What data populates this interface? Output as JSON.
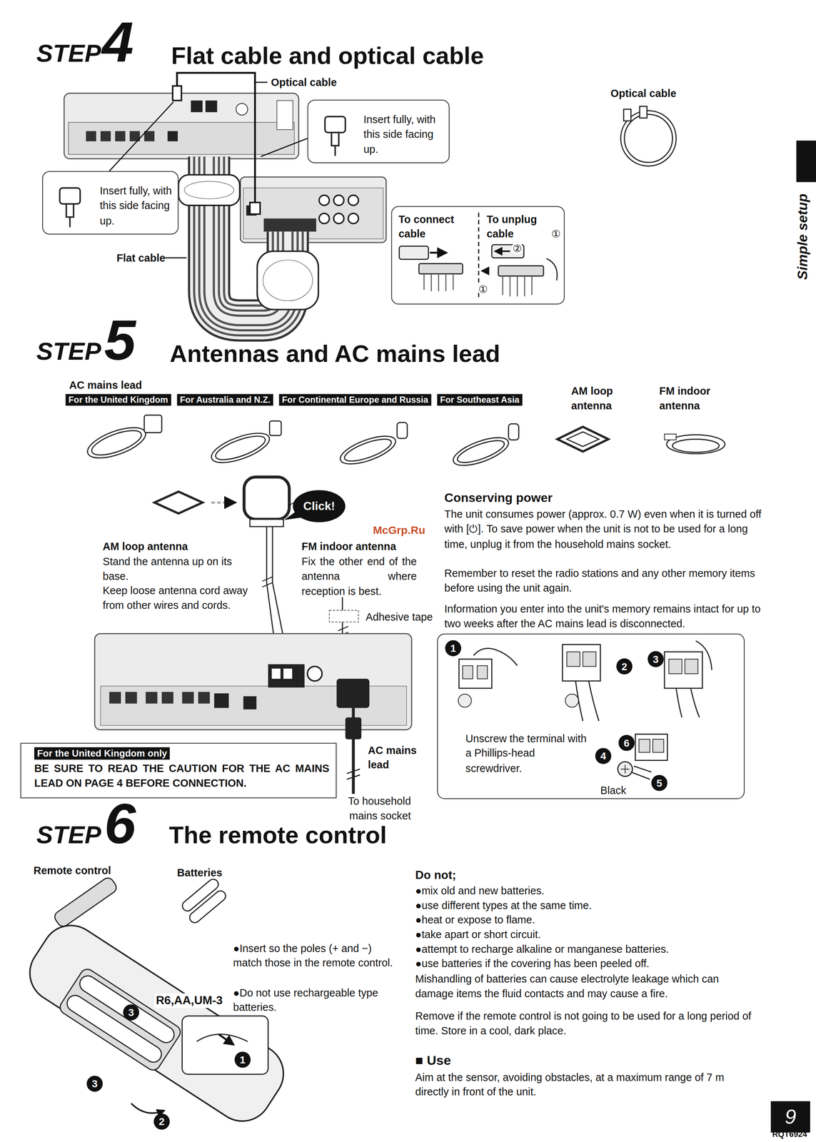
{
  "diagram": {
    "nodes": [
      {
        "text": [
          "Insert fully, with this side facing up."
        ]
      },
      {
        "text": [
          "Insert fully, with this side facing up."
        ]
      },
      {
        "text": [
          "To connect cable",
          "To unplug cable"
        ]
      },
      {
        "text": [
          "For the United Kingdom"
        ]
      },
      {
        "text": [
          "For Australia and N.Z."
        ]
      },
      {
        "text": [
          "For Continental Europe and Russia"
        ]
      },
      {
        "text": [
          "For Southeast Asia"
        ]
      },
      {
        "text": [
          "Click!"
        ]
      },
      {
        "text": [
          "Unscrew the terminal with a Phillips-head screwdriver."
        ]
      },
      {
        "text": [
          "For the United Kingdom only",
          "BE SURE TO READ THE CAUTION FOR THE AC MAINS LEAD ON PAGE 4 BEFORE CONNECTION."
        ]
      },
      {
        "text": [
          "9"
        ]
      }
    ],
    "labels": [
      "STEP",
      "4",
      "Flat cable and optical cable",
      "Optical cable",
      "Optical cable",
      "Flat cable",
      "STEP",
      "5",
      "Antennas and AC mains lead",
      "AC mains lead",
      "AM loop antenna",
      "FM indoor antenna",
      "AM loop antenna",
      "Stand the antenna up on its base.",
      "Keep loose antenna cord away from other wires and cords.",
      "FM indoor antenna",
      "Fix the other end of the antenna where reception is best.",
      "Adhesive tape",
      "Conserving power",
      "The unit consumes power (approx. 0.7 W) even when it is turned off with [⏻]. To save power when the unit is not to be used for a long time, unplug it from the household mains socket.",
      "Remember to reset the radio stations and any other memory items before using the unit again.",
      "Information you enter into the unit's memory remains intact for up to two weeks after the AC mains lead is disconnected.",
      "AC mains lead",
      "To household mains socket",
      "Black",
      "STEP",
      "6",
      "The remote control",
      "Remote control",
      "Batteries",
      "R6,AA,UM-3",
      "●Insert so the poles (+ and −) match those in the remote control.",
      "●Do not use rechargeable type batteries.",
      "Do not;",
      "●mix old and new batteries.",
      "●use different types at the same time.",
      "●heat or expose to flame.",
      "●take apart or short circuit.",
      "●attempt to recharge alkaline or manganese batteries.",
      "●use batteries if the covering has been peeled off.",
      "Mishandling of batteries can cause electrolyte leakage which can damage items the fluid contacts and may cause a fire.",
      "Remove if the remote control is not going to be used for a long period of time. Store in a cool, dark place.",
      "■ Use",
      "Aim at the sensor, avoiding obstacles, at a maximum range of 7 m directly in front of the unit.",
      "Simple setup",
      "RQT6924",
      "McGrp.Ru",
      "1",
      "2",
      "3",
      "4",
      "5",
      "6",
      "3",
      "1",
      "3",
      "2",
      "①",
      "②",
      "①"
    ]
  }
}
